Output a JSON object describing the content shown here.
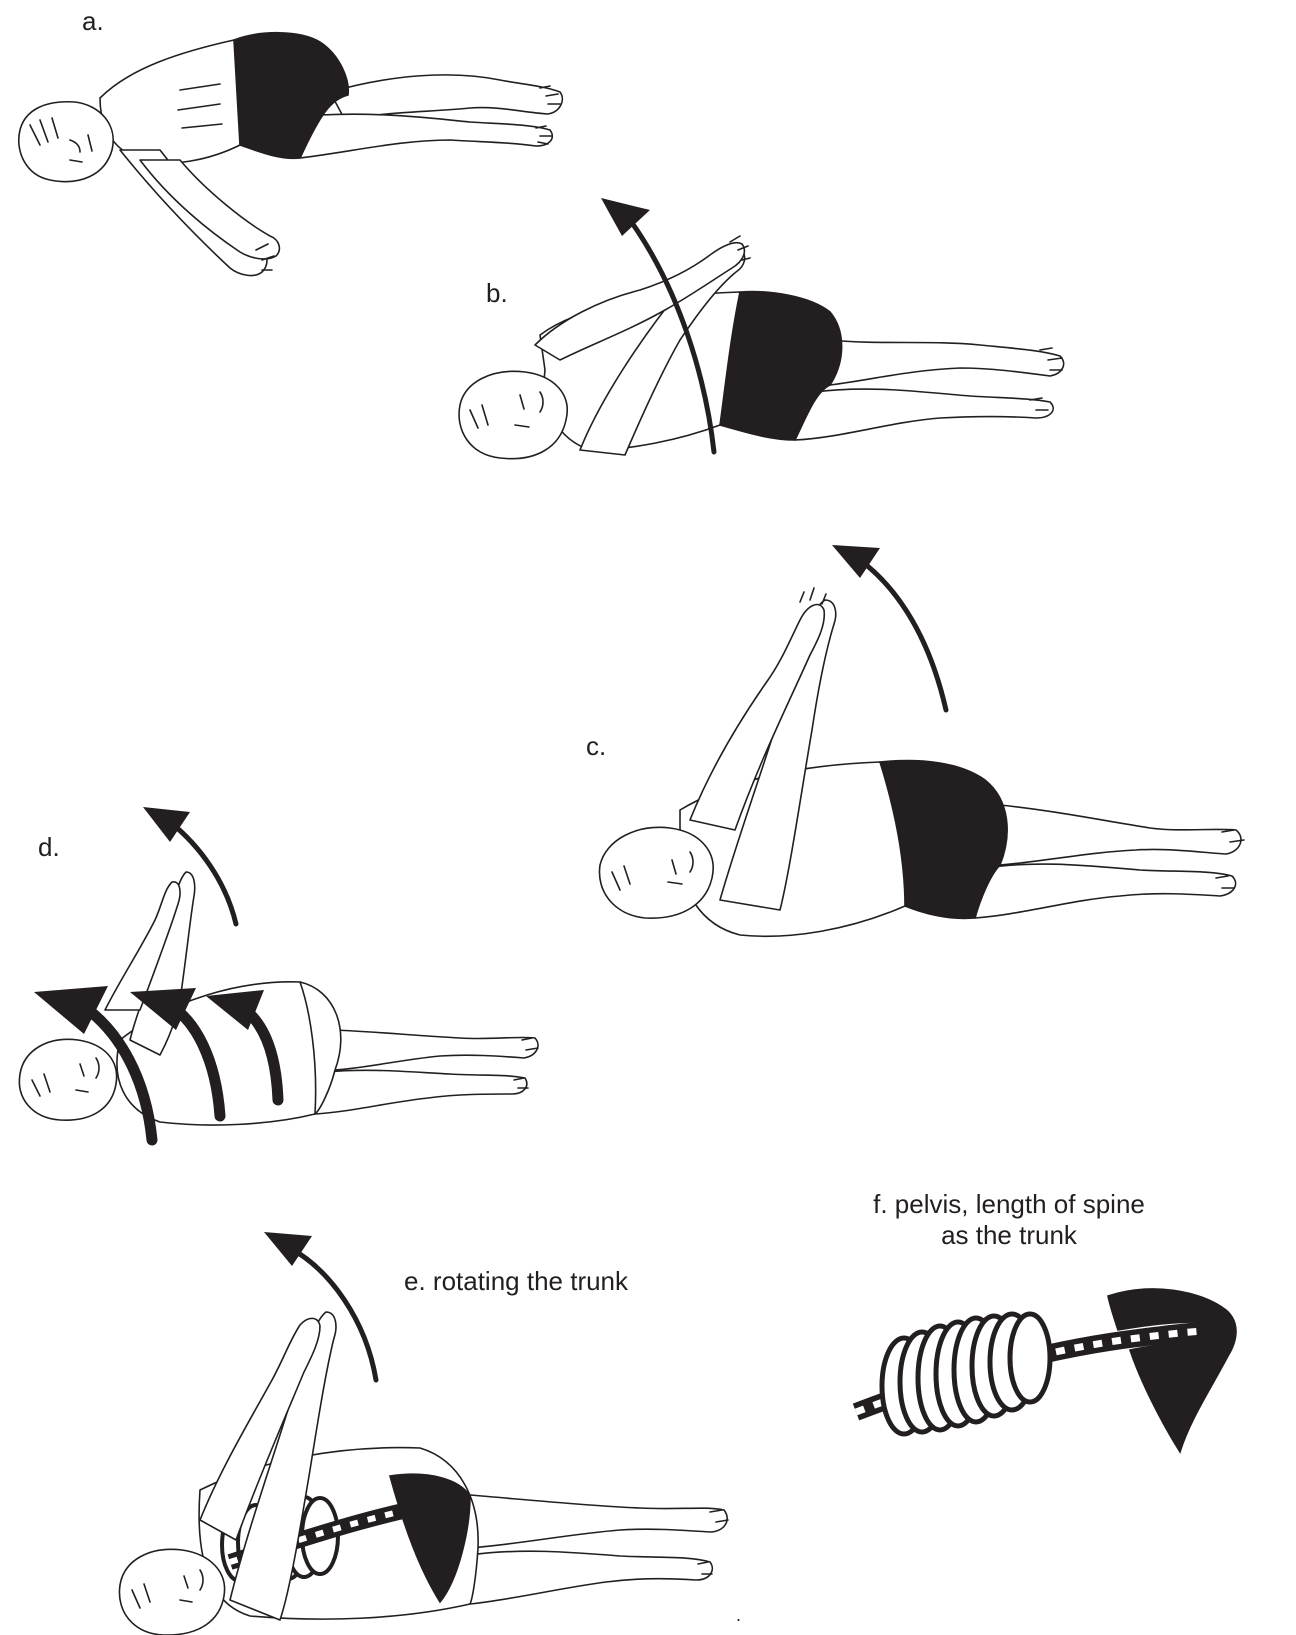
{
  "panels": {
    "a": {
      "label": "a."
    },
    "b": {
      "label": "b."
    },
    "c": {
      "label": "c."
    },
    "d": {
      "label": "d."
    },
    "e": {
      "label": "e. rotating the trunk"
    },
    "f": {
      "label_line1": "f. pelvis, length of spine",
      "label_line2": "as the trunk"
    }
  },
  "stray_mark": "."
}
